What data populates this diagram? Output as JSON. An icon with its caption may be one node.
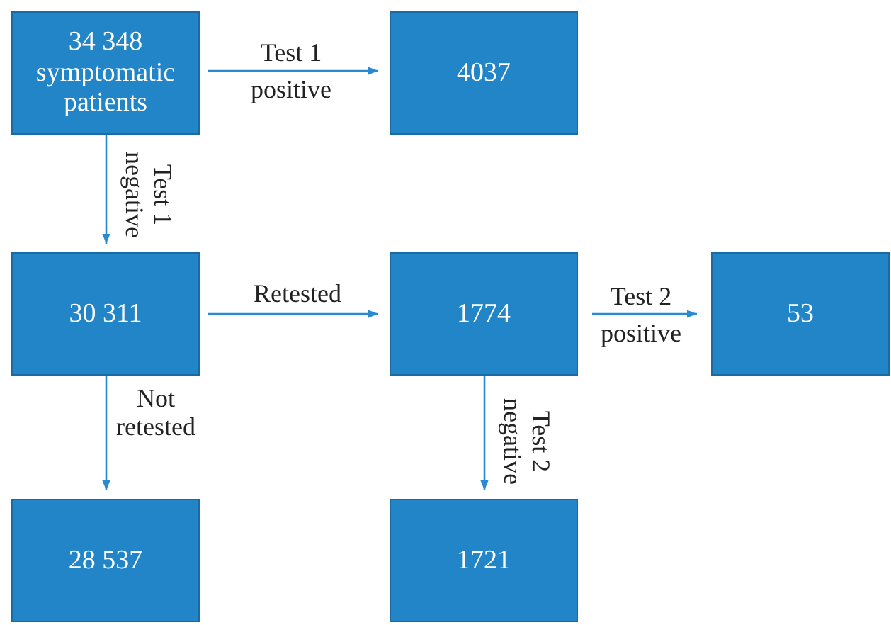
{
  "diagram": {
    "nodes": [
      {
        "text": [
          "34 348 symptomatic patients"
        ]
      },
      {
        "text": [
          "4037"
        ]
      },
      {
        "text": [
          "30 311"
        ]
      },
      {
        "text": [
          "1774"
        ]
      },
      {
        "text": [
          "53"
        ]
      },
      {
        "text": [
          "28 537"
        ]
      },
      {
        "text": [
          "1721"
        ]
      }
    ],
    "edges": [
      {
        "from": 0,
        "to": 1,
        "arrow": "to",
        "label": "Test 1 positive"
      },
      {
        "from": 0,
        "to": 2,
        "arrow": "to",
        "label": "Test 1 negative"
      },
      {
        "from": 2,
        "to": 3,
        "arrow": "to",
        "label": "Retested"
      },
      {
        "from": 3,
        "to": 4,
        "arrow": "to",
        "label": "Test 2 positive"
      },
      {
        "from": 2,
        "to": 5,
        "arrow": "to",
        "label": "Not retested"
      },
      {
        "from": 3,
        "to": 6,
        "arrow": "to",
        "label": "Test 2 negative"
      }
    ]
  }
}
